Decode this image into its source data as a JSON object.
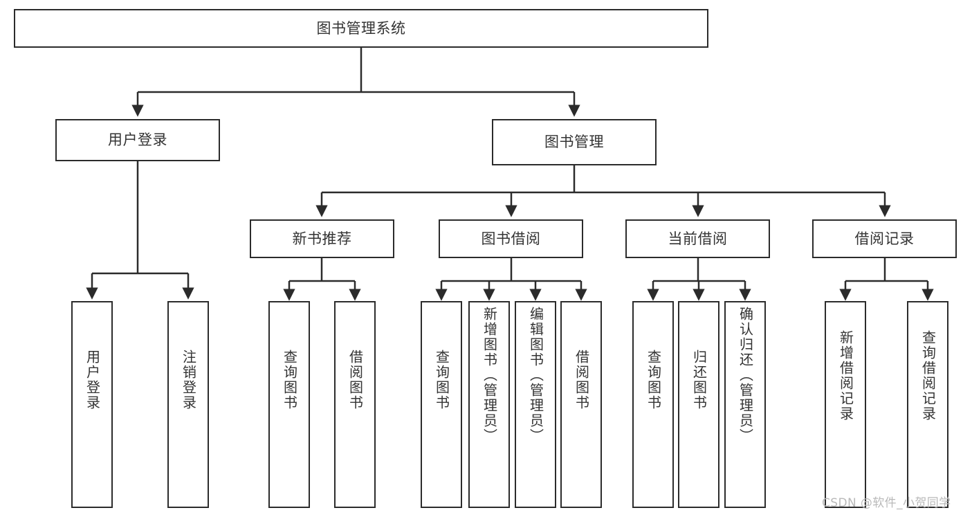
{
  "diagram": {
    "title": "图书管理系统",
    "type": "hierarchy-tree",
    "watermark": "CSDN @软件_小贺同学",
    "colors": {
      "stroke": "#2b2b2b",
      "fill": "#ffffff",
      "text": "#333333",
      "watermark": "#b9b9b9"
    },
    "root": {
      "label": "图书管理系统"
    },
    "level1": [
      {
        "label": "用户登录"
      },
      {
        "label": "图书管理"
      }
    ],
    "level2": [
      {
        "label": "新书推荐"
      },
      {
        "label": "图书借阅"
      },
      {
        "label": "当前借阅"
      },
      {
        "label": "借阅记录"
      }
    ],
    "leaves": {
      "user_login": [
        {
          "label": "用户登录"
        },
        {
          "label": "注销登录"
        }
      ],
      "new_book_recommend": [
        {
          "label": "查询图书"
        },
        {
          "label": "借阅图书"
        }
      ],
      "book_borrow": [
        {
          "label": "查询图书"
        },
        {
          "label": "新增图书（管理员）"
        },
        {
          "label": "编辑图书（管理员）"
        },
        {
          "label": "借阅图书"
        }
      ],
      "current_borrow": [
        {
          "label": "查询图书"
        },
        {
          "label": "归还图书"
        },
        {
          "label": "确认归还（管理员）"
        }
      ],
      "borrow_record": [
        {
          "label": "新增借阅记录"
        },
        {
          "label": "查询借阅记录"
        }
      ]
    }
  }
}
